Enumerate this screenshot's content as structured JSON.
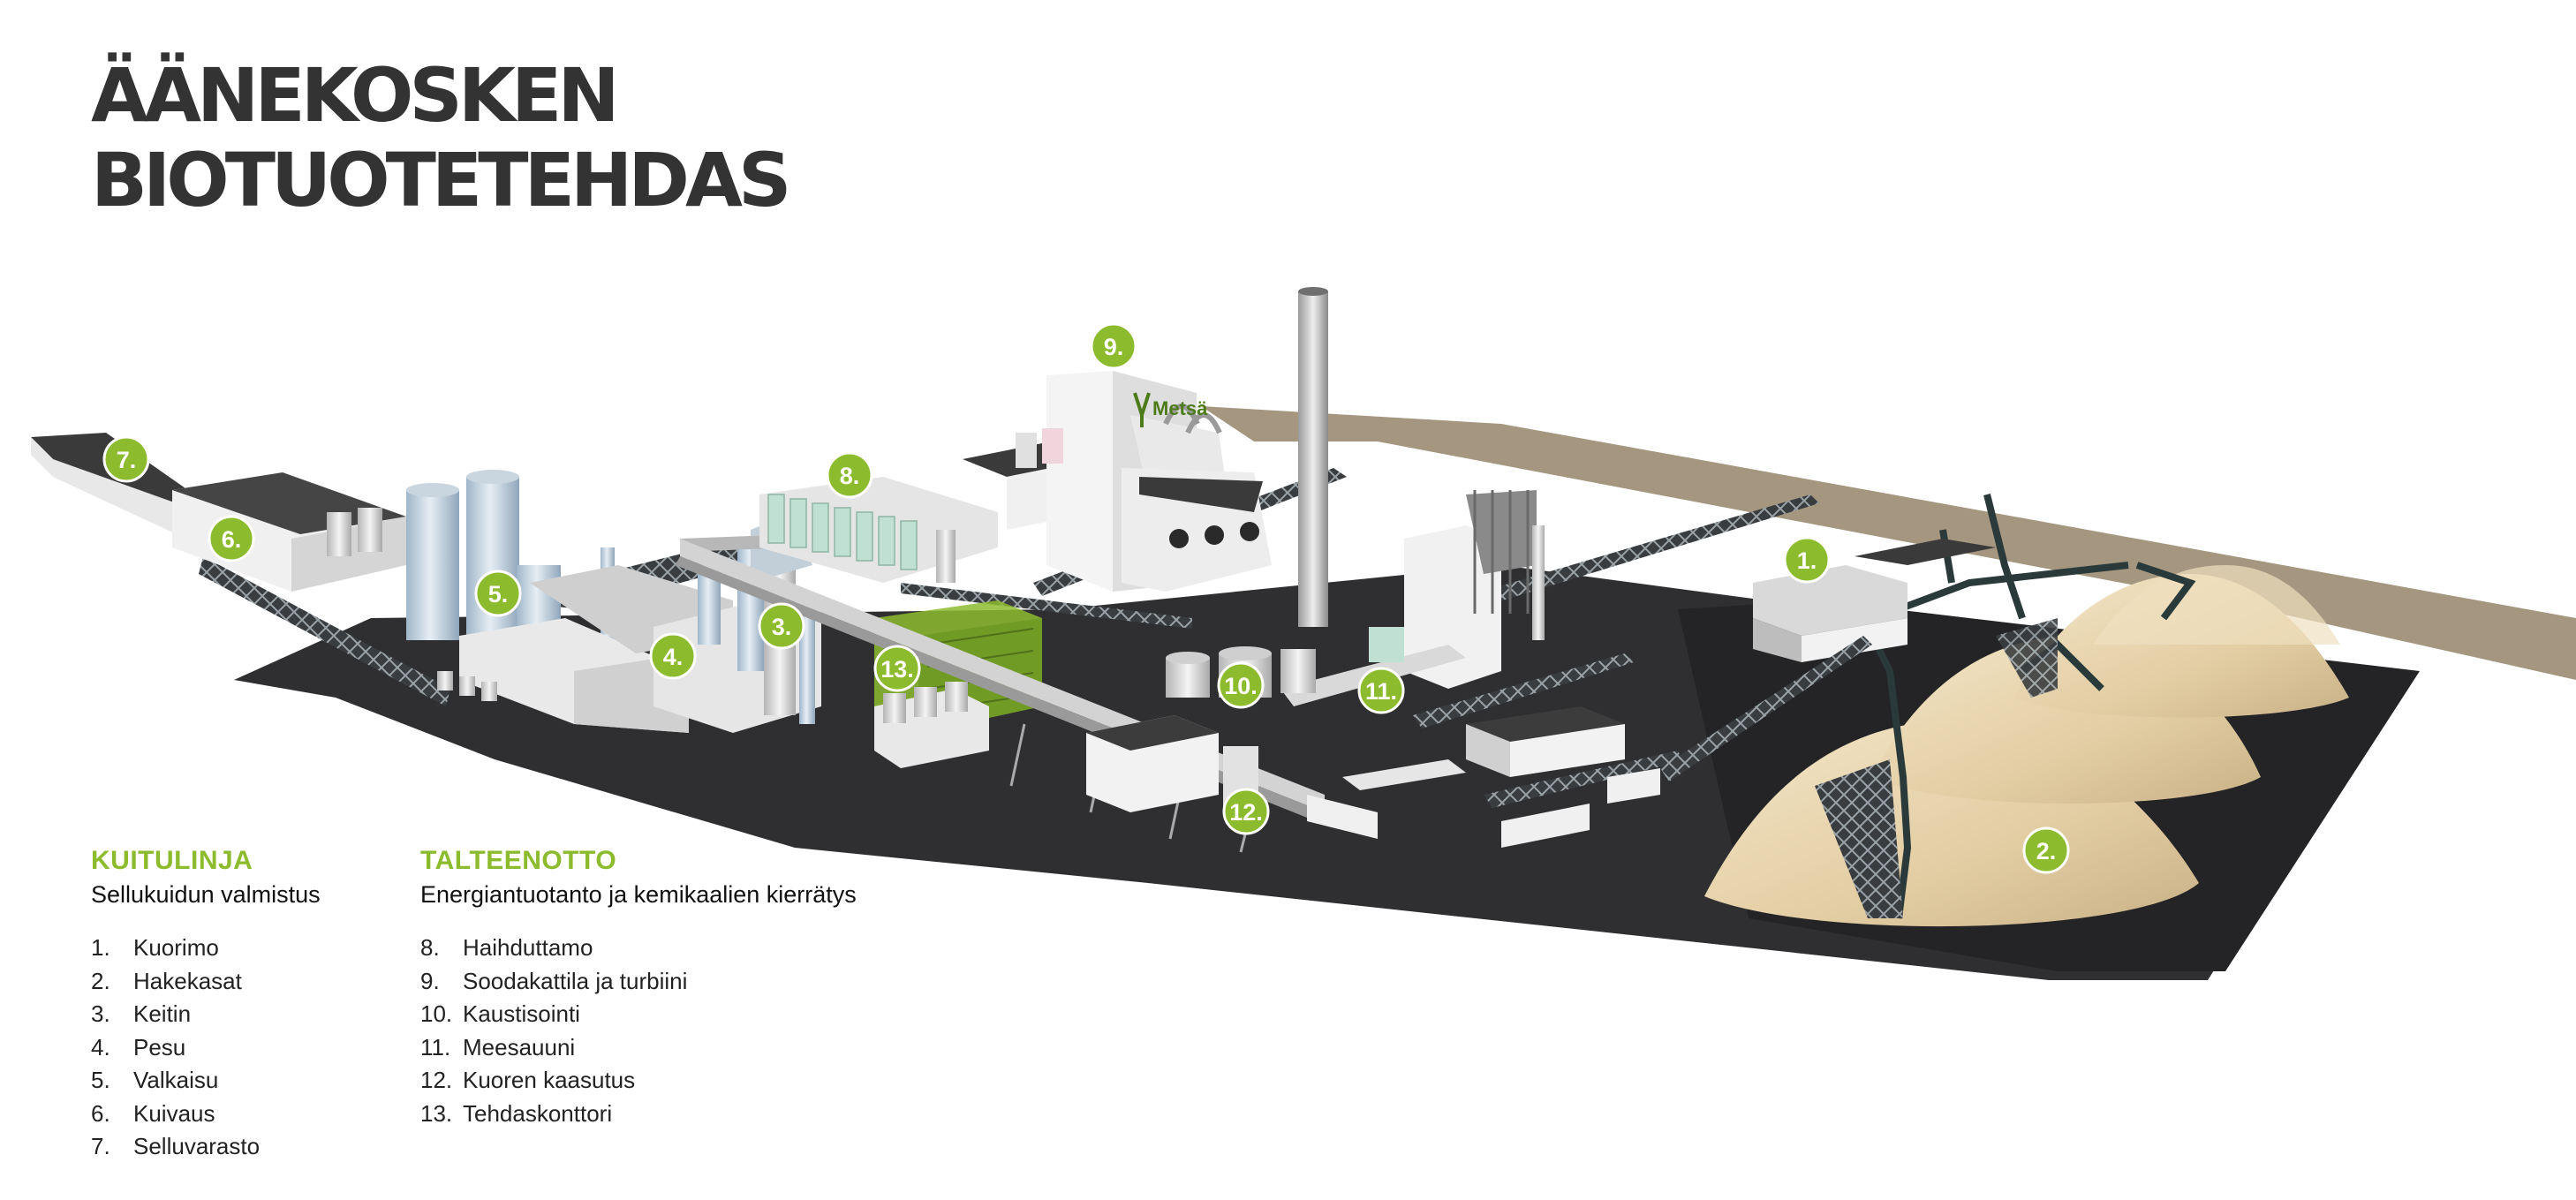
{
  "title": {
    "line1": "ÄÄNEKOSKEN",
    "line2": "BIOTUOTETEHDAS"
  },
  "legend": {
    "fiber_line": {
      "heading": "KUITULINJA",
      "subheading": "Sellukuidun valmistus",
      "items": [
        {
          "num": "1.",
          "label": "Kuorimo"
        },
        {
          "num": "2.",
          "label": "Hakekasat"
        },
        {
          "num": "3.",
          "label": "Keitin"
        },
        {
          "num": "4.",
          "label": "Pesu"
        },
        {
          "num": "5.",
          "label": "Valkaisu"
        },
        {
          "num": "6.",
          "label": "Kuivaus"
        },
        {
          "num": "7.",
          "label": "Selluvarasto"
        }
      ]
    },
    "recovery": {
      "heading": "TALTEENOTTO",
      "subheading": "Energiantuotanto ja kemikaalien kierrätys",
      "items": [
        {
          "num": "8.",
          "label": "Haihduttamo"
        },
        {
          "num": "9.",
          "label": "Soodakattila ja turbiini"
        },
        {
          "num": "10.",
          "label": "Kaustisointi"
        },
        {
          "num": "11.",
          "label": "Meesauuni"
        },
        {
          "num": "12.",
          "label": "Kuoren kaasutus"
        },
        {
          "num": "13.",
          "label": "Tehdaskonttori"
        }
      ]
    }
  },
  "map_markers": [
    "1.",
    "2.",
    "3.",
    "4.",
    "5.",
    "6.",
    "7.",
    "8.",
    "9.",
    "10.",
    "11.",
    "12.",
    "13."
  ],
  "building_logo": "Metsä",
  "colors": {
    "marker_green": "#8dbb2e",
    "ground_asphalt": "#2f2f31",
    "sand_field": "#a59680",
    "chip_pile": "#e6d2ac"
  }
}
